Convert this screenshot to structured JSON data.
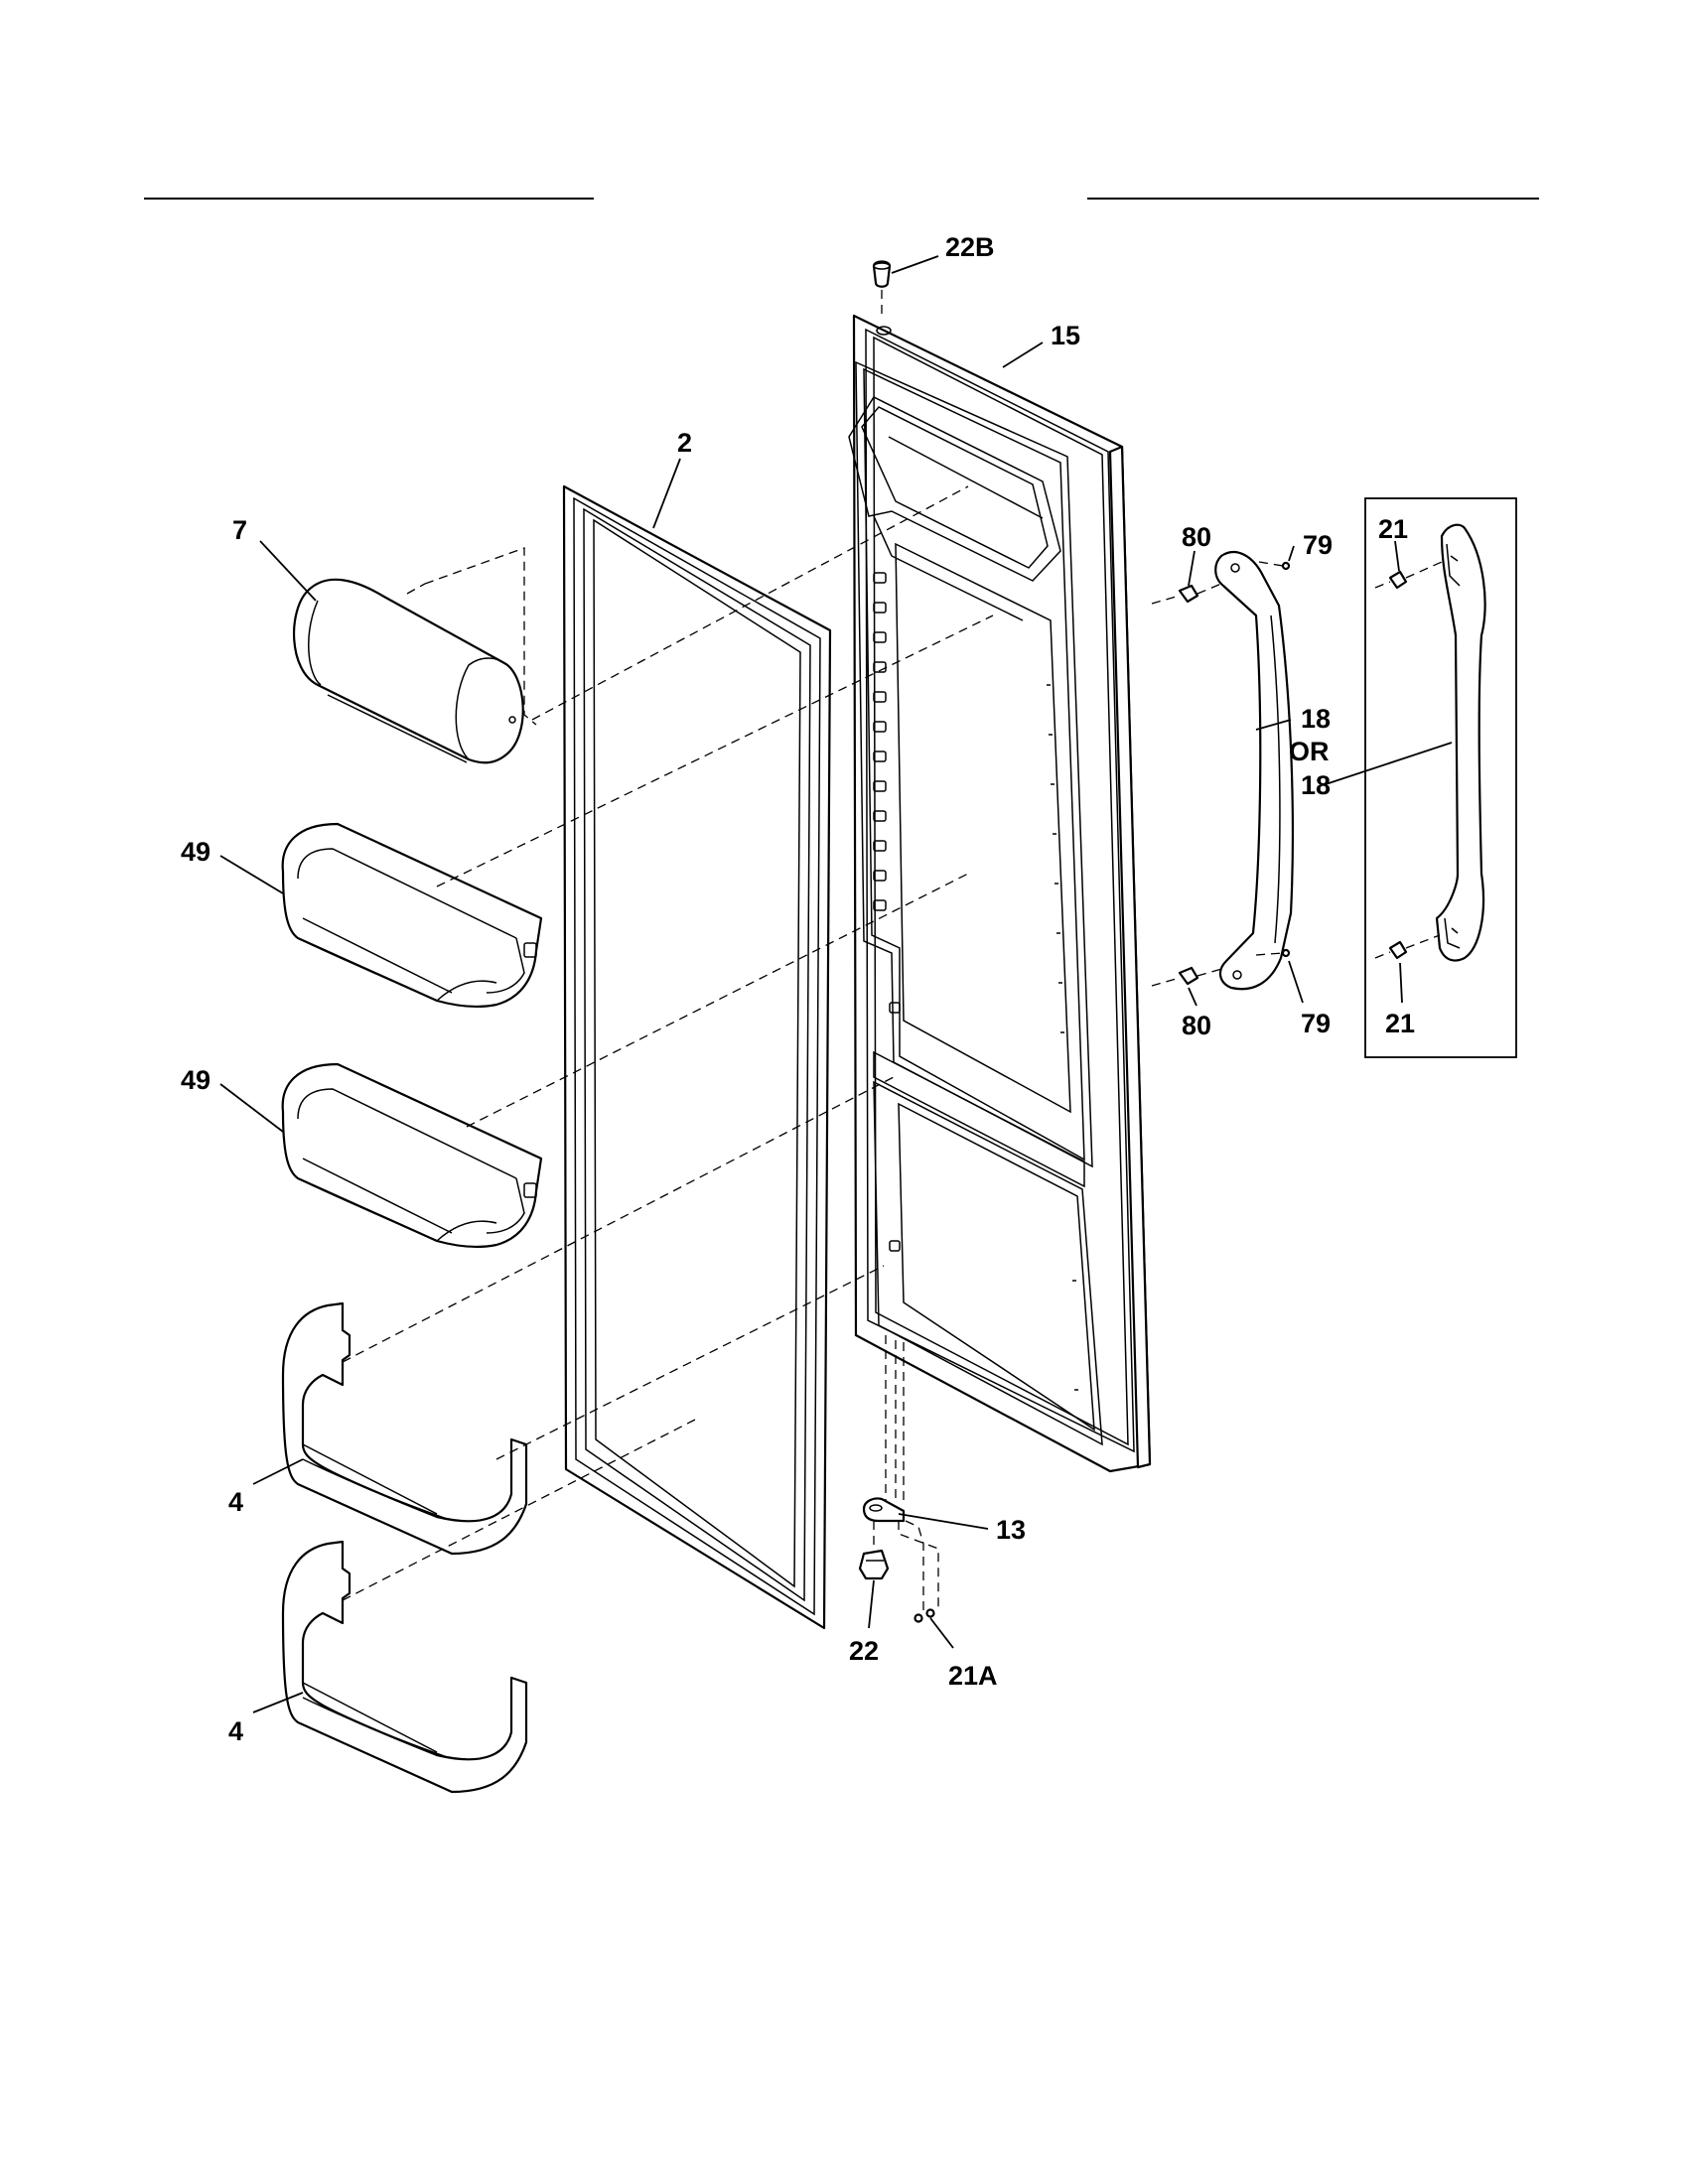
{
  "callouts": {
    "c22b": "22B",
    "c15": "15",
    "c2": "2",
    "c7": "7",
    "c80_top": "80",
    "c79_top": "79",
    "c21_top": "21",
    "c18_a": "18",
    "c18_or": "OR",
    "c18_b": "18",
    "c49_top": "49",
    "c49_bottom": "49",
    "c80_bottom": "80",
    "c79_bottom": "79",
    "c21_bottom": "21",
    "c4_top": "4",
    "c13": "13",
    "c22": "22",
    "c21a": "21A",
    "c4_bottom": "4"
  },
  "colors": {
    "line": "#000000",
    "background": "#ffffff"
  }
}
